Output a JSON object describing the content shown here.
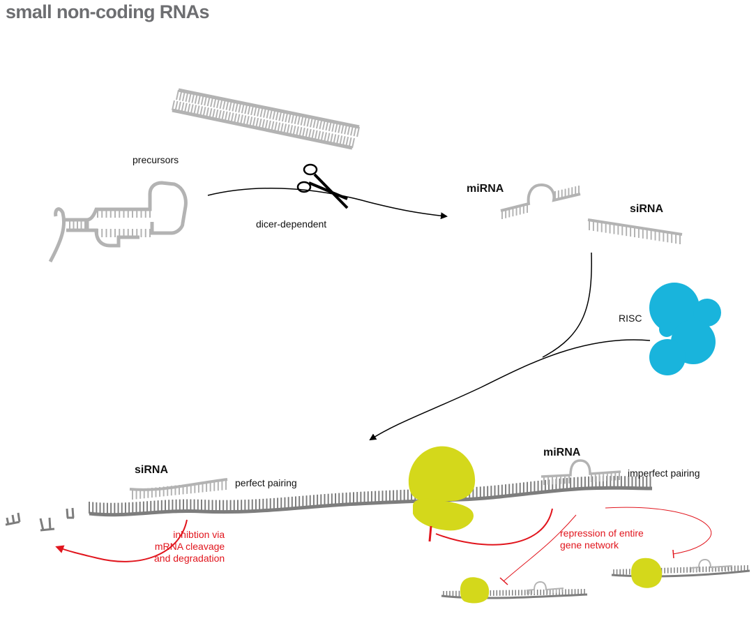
{
  "title": "small non-coding RNAs",
  "labels": {
    "precursors": "precursors",
    "dicer": "dicer-dependent",
    "mirna_top": "miRNA",
    "sirna_top": "siRNA",
    "risc": "RISC",
    "sirna_bottom": "siRNA",
    "perfect": "perfect pairing",
    "mirna_bottom": "miRNA",
    "imperfect": "imperfect pairing",
    "cleavage": "inhibtion via\nmRNA cleavage\nand degradation",
    "repression": "repression of entire\ngene network"
  },
  "colors": {
    "rna_gray": "#b3b3b3",
    "mrna_dark": "#7d7d7d",
    "risc_blue": "#19b4dc",
    "ribosome_yellow": "#d4d81b",
    "inhibition_red": "#e1151d",
    "arrow_black": "#000000",
    "title_gray": "#6d6e71"
  },
  "icons": [
    "scissors-icon",
    "ribosome-icon",
    "risc-complex-icon"
  ]
}
